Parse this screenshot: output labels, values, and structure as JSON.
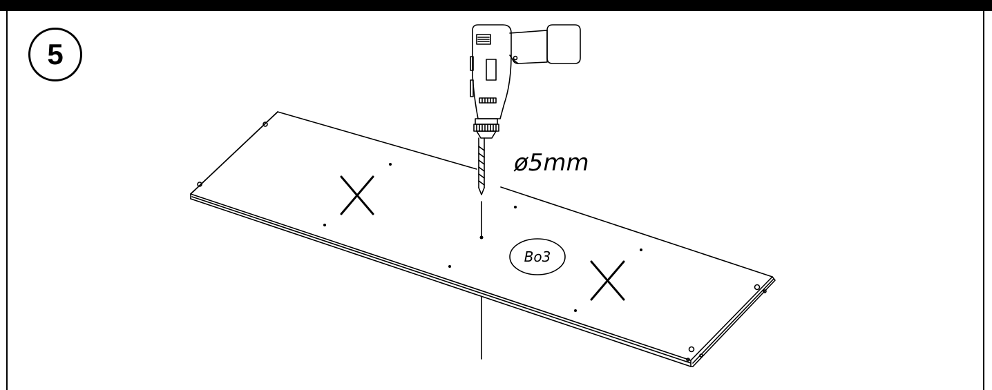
{
  "step": {
    "number": "5"
  },
  "drill": {
    "bit_diameter_label": "ø5mm"
  },
  "panel": {
    "part_code": "Bo3"
  },
  "marks": {
    "no_drill_symbol": "X"
  },
  "colors": {
    "line": "#000000",
    "background": "#ffffff"
  }
}
